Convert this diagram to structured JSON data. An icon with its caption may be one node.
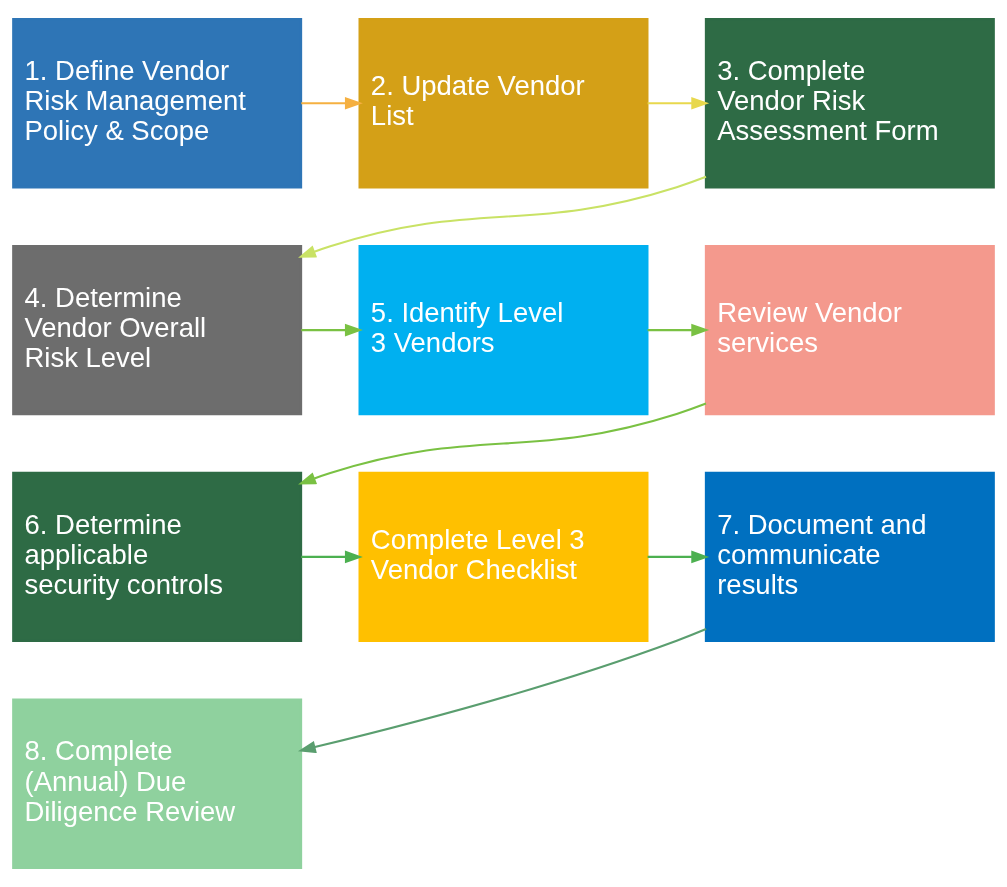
{
  "diagram": {
    "nodes": [
      {
        "text": [
          "1. Define Vendor Risk Management Policy & Scope"
        ]
      },
      {
        "text": [
          "2. Update Vendor List"
        ]
      },
      {
        "text": [
          "3. Complete Vendor Risk Assessment Form"
        ]
      },
      {
        "text": [
          "4. Determine Vendor Overall Risk Level"
        ]
      },
      {
        "text": [
          "5. Identify Level 3 Vendors"
        ]
      },
      {
        "text": [
          "Review Vendor services"
        ]
      },
      {
        "text": [
          "6. Determine applicable security controls"
        ]
      },
      {
        "text": [
          "Complete Level 3 Vendor Checklist"
        ]
      },
      {
        "text": [
          "7. Document and communicate results"
        ]
      },
      {
        "text": [
          "8. Complete (Annual) Due Diligence Review"
        ]
      }
    ],
    "edges": [
      {
        "from": 0,
        "to": 1,
        "arrow": "to",
        "color": "#f5b041"
      },
      {
        "from": 1,
        "to": 2,
        "arrow": "to",
        "color": "#e8d84d"
      },
      {
        "from": 2,
        "to": 3,
        "arrow": "to",
        "color": "#c9e265"
      },
      {
        "from": 3,
        "to": 4,
        "arrow": "to"
      },
      {
        "from": 4,
        "to": 5,
        "arrow": "to"
      },
      {
        "from": 5,
        "to": 6,
        "arrow": "to"
      },
      {
        "from": 6,
        "to": 7,
        "arrow": "to",
        "color": "#4cb050"
      },
      {
        "from": 7,
        "to": 8,
        "arrow": "to",
        "color": "#4cb050"
      },
      {
        "from": 8,
        "to": 9,
        "arrow": "to",
        "color": "#5a9e6f"
      }
    ]
  }
}
